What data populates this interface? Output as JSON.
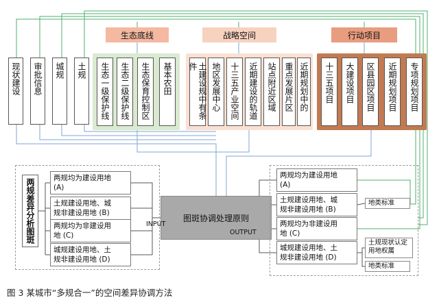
{
  "colors": {
    "green_line": "#4caf6e",
    "blue_line": "#7fa6d6",
    "eco_header": "#f4b9a0",
    "eco_group": "#d9ead0",
    "strategy_header": "#f7d2bf",
    "strategy_group": "#fae0d2",
    "action_header": "#e99d7f",
    "action_group": "#c27a52",
    "center_box": "#a9a9a9"
  },
  "headers": {
    "eco": "生态底线",
    "strategy": "战略空间",
    "action": "行动项目"
  },
  "left_columns": [
    "现状建设",
    "审批信息",
    "城规",
    "土规"
  ],
  "eco_columns": [
    "生态一级保护线",
    "生态二级保护线",
    "生态保育控制区",
    "基本农田"
  ],
  "strategy_columns": [
    "土建设规中有条件",
    "地区发展中心",
    "十三五产业空间",
    "近期建设的轨道",
    "站点附近区域",
    "重点发展片区",
    "近期规划中的"
  ],
  "action_columns": [
    "十三五项目",
    "大建设项目",
    "区县园区项目",
    "近期规划项目",
    "专项规划项目"
  ],
  "left_panel": {
    "title": "两规差异分析图斑",
    "items": [
      "两规均为建设用地\n(A)",
      "土规建设用地、城\n规非建设用地 (B)",
      "两规均为非建设用\n地 (C)",
      "城规建设用地、土\n规非建设用地 (D)"
    ]
  },
  "center": {
    "label": "图斑协调处理原则",
    "input": "INPUT",
    "output": "OUTPUT"
  },
  "right_panel": {
    "items": [
      "两规均为建设用地\n(A)",
      "土规建设用地、城\n规非建设用地 (B)",
      "两规均为非建设用\n地 (C)",
      "城规建设用地、土\n规非建设用地 (D)"
    ],
    "side_notes": [
      "地类标准",
      "土规现状认定\n用地权属",
      "地类标准"
    ]
  },
  "caption": "图 3  某城市“多规合一”的空间差异协调方法"
}
